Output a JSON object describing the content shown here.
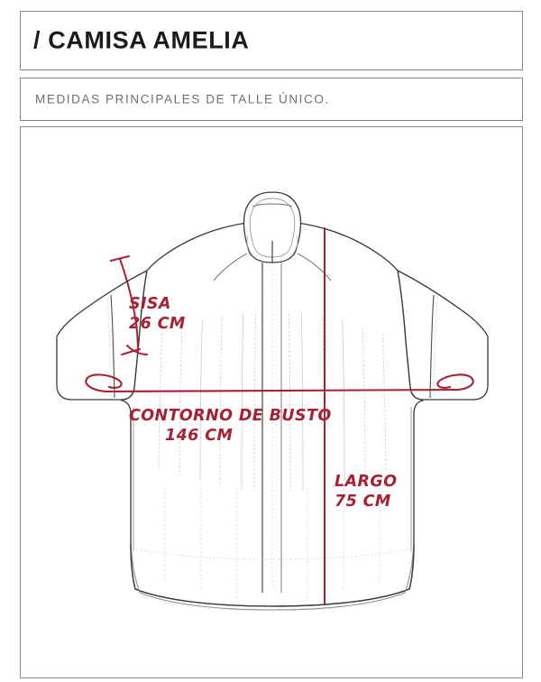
{
  "document": {
    "title": "/ CAMISA AMELIA",
    "subtitle": "MEDIDAS  PRINCIPALES  DE  TALLE  ÚNICO."
  },
  "colors": {
    "annotation_red": "#a52234",
    "frame_border": "#8a8a8a",
    "garment_outline": "#3a3a3a",
    "garment_detail": "#9a9a9a",
    "title_text": "#1b1b1b",
    "subtitle_text": "#6e6e6e",
    "paper": "#ffffff"
  },
  "garment": {
    "name": "CAMISA AMELIA",
    "type": "technical-flat-sketch",
    "view": "front",
    "features": [
      "mandarin-band-collar",
      "gathered-yoke",
      "center-front-placket",
      "short-sleeve",
      "curved-shirttail-hem",
      "hem-band"
    ]
  },
  "measurements": [
    {
      "id": "sisa",
      "label": "SISA",
      "value": "26 CM",
      "number": 26,
      "unit": "CM",
      "type": "armhole"
    },
    {
      "id": "contorno-de-busto",
      "label": "CONTORNO DE BUSTO",
      "value": "146 CM",
      "number": 146,
      "unit": "CM",
      "type": "bust-circumference"
    },
    {
      "id": "largo",
      "label": "LARGO",
      "value": "75 CM",
      "number": 75,
      "unit": "CM",
      "type": "length"
    }
  ]
}
